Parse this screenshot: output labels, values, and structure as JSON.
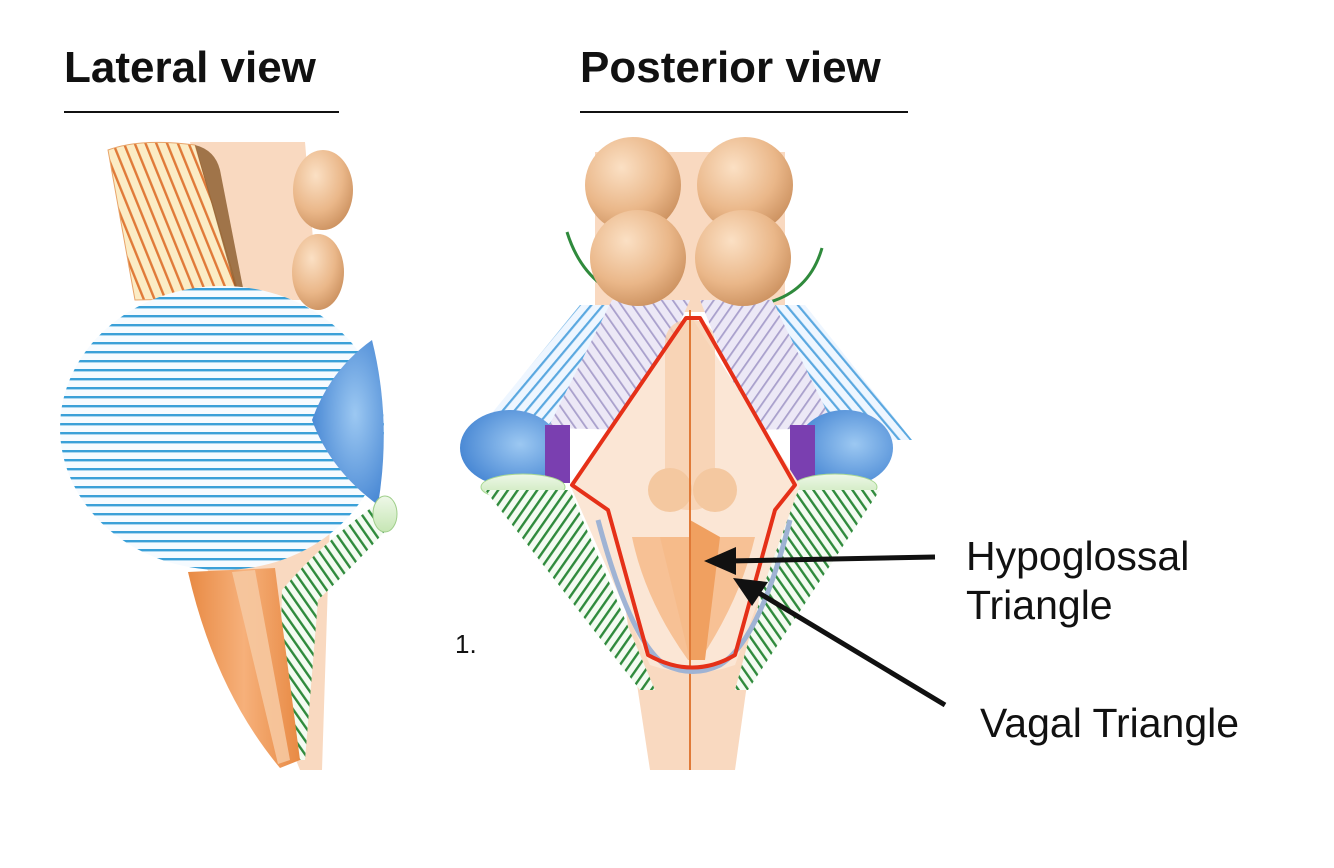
{
  "headings": {
    "lateral": "Lateral view",
    "posterior": "Posterior view"
  },
  "labels": {
    "hypoglossal_line1": "Hypoglossal",
    "hypoglossal_line2": "Triangle",
    "vagal": "Vagal Triangle"
  },
  "list_marker": "1.",
  "colors": {
    "peach": "#f9d9c0",
    "colliculus": "#e8b88a",
    "blue_stripe": "#3aa0d8",
    "green_stripe": "#2f8a3c",
    "orange": "#f0a060",
    "lavender": "#ddd6ee",
    "outline_red": "#e53018",
    "arrow": "#111111"
  }
}
